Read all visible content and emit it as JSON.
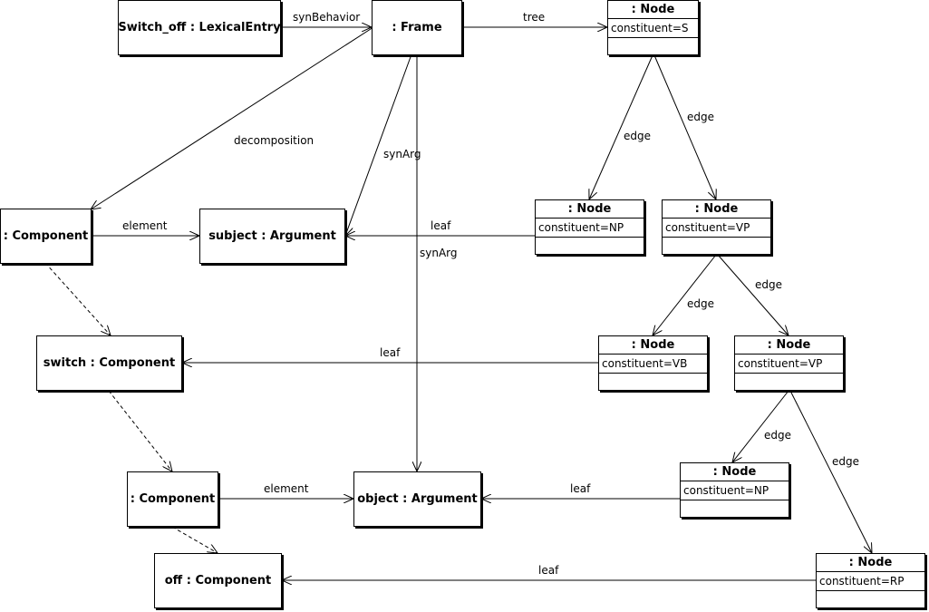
{
  "objects": {
    "switch_off": "Switch_off : LexicalEntry",
    "frame": ": Frame",
    "component_top": ": Component",
    "subject": "subject : Argument",
    "switch": "switch : Component",
    "component_mid": ": Component",
    "object": "object : Argument",
    "off": "off : Component"
  },
  "nodes": {
    "title": ": Node",
    "s": "constituent=S",
    "np1": "constituent=NP",
    "vp1": "constituent=VP",
    "vb": "constituent=VB",
    "vp2": "constituent=VP",
    "np2": "constituent=NP",
    "rp": "constituent=RP"
  },
  "labels": {
    "synBehavior": "synBehavior",
    "tree": "tree",
    "decomposition": "decomposition",
    "synArg": "synArg",
    "edge": "edge",
    "element": "element",
    "leaf": "leaf"
  }
}
